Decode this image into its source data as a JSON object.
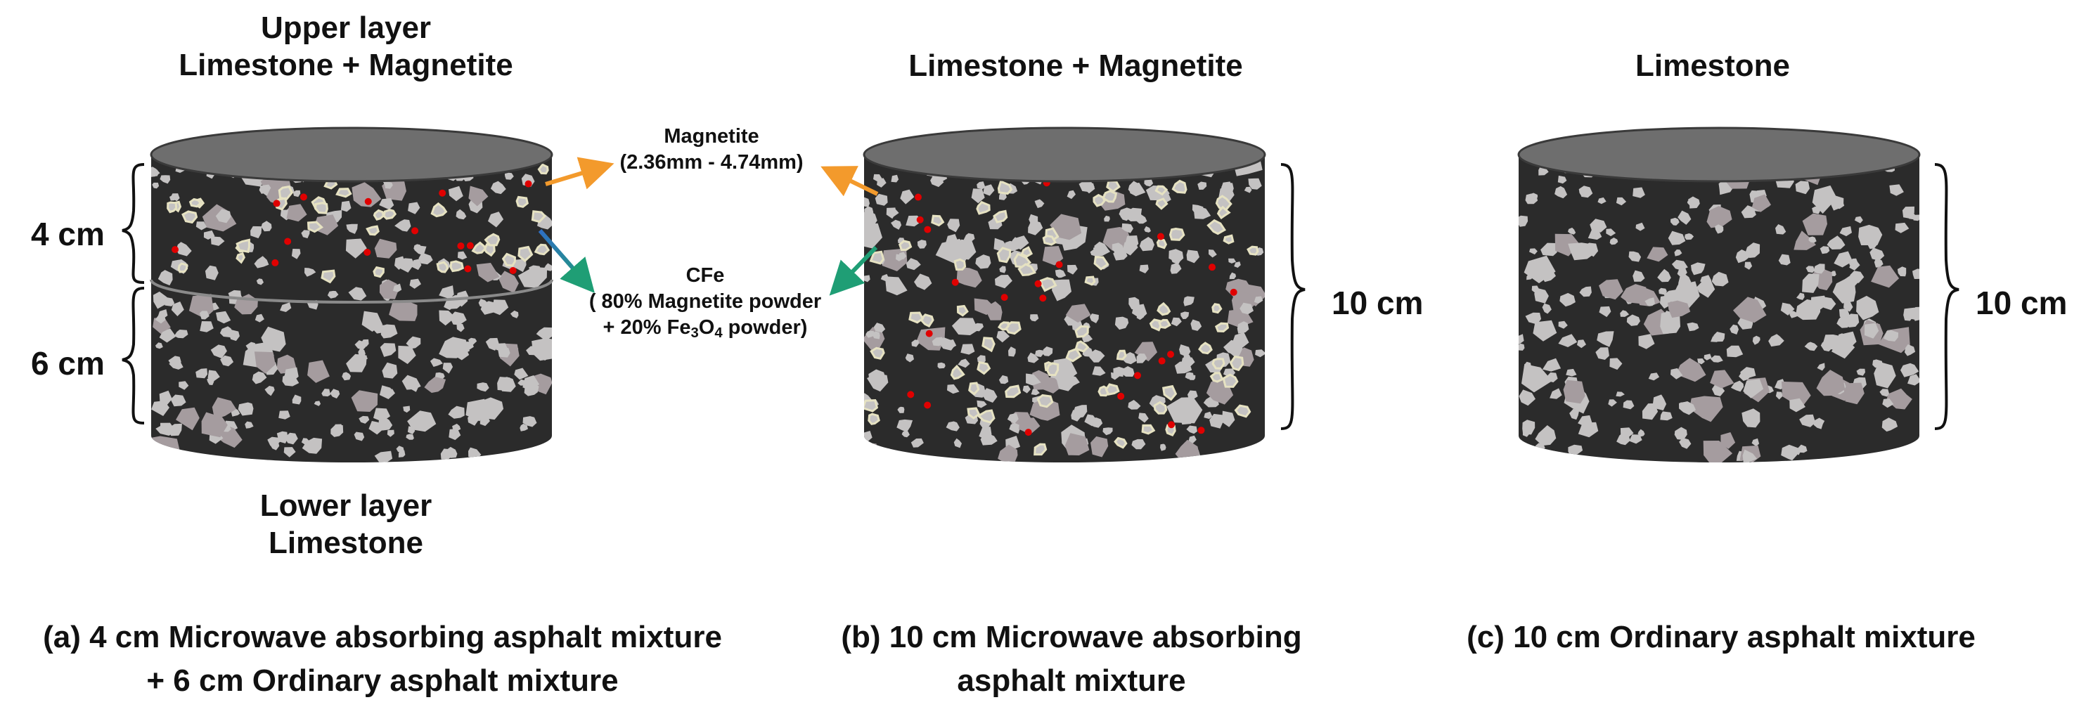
{
  "panel_a": {
    "upper_line1": "Upper layer",
    "upper_line2": "Limestone + Magnetite",
    "lower_line1": "Lower layer",
    "lower_line2": "Limestone",
    "dim_top": "4 cm",
    "dim_bottom": "6 cm",
    "caption_line1": "(a) 4 cm Microwave absorbing asphalt mixture",
    "caption_line2": "+ 6 cm Ordinary asphalt mixture"
  },
  "panel_b": {
    "title": "Limestone + Magnetite",
    "dim": "10 cm",
    "caption_line1": "(b) 10 cm Microwave absorbing",
    "caption_line2": "asphalt mixture"
  },
  "panel_c": {
    "title": "Limestone",
    "dim": "10 cm",
    "caption_line1": "(c) 10 cm Ordinary asphalt mixture"
  },
  "annotations": {
    "magnetite_name": "Magnetite",
    "magnetite_size": "(2.36mm - 4.74mm)",
    "cfe_name": "CFe",
    "cfe_line1": "( 80% Magnetite powder",
    "cfe_line2_prefix": "+ 20% Fe",
    "cfe_sub1": "3",
    "cfe_mid": "O",
    "cfe_sub2": "4",
    "cfe_suffix": " powder)"
  },
  "colors": {
    "asphalt_body": "#2b2b2b",
    "top_surface": "#6e6e6e",
    "limestone_light": "#c4c2c2",
    "limestone_pink": "#a59c9f",
    "magnetite_outline": "#e6e2c2",
    "cfe_dot": "#e00000",
    "arrow_orange": "#f39a2c",
    "arrow_teal": "#1f9e75",
    "arrow_blue": "#2e6fc5"
  }
}
